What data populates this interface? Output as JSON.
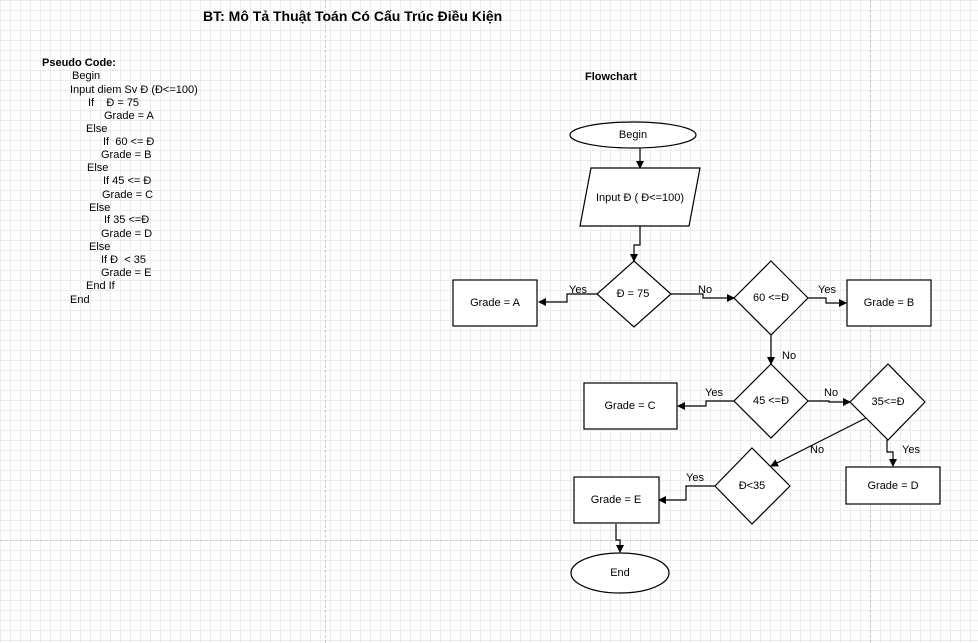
{
  "title": "BT: Mô Tả Thuật Toán Có Cấu Trúc Điều Kiện",
  "pseudo": {
    "heading": "Pseudo Code:",
    "lines": [
      "Begin",
      "Input diem Sv Đ (Đ<=100)",
      "If    Đ = 75",
      "Grade = A",
      "Else",
      "If  60 <= Đ",
      "Grade = B",
      "Else",
      "If 45 <= Đ",
      "Grade = C",
      "Else",
      "If 35 <=Đ",
      "Grade = D",
      "Else",
      "If Đ  < 35",
      "Grade = E",
      "End If",
      "End"
    ]
  },
  "flowchart": {
    "title": "Flowchart",
    "begin": "Begin",
    "input": "Input Đ ( Đ<=100)",
    "d1": "Đ = 75",
    "d2": "60 <=Đ",
    "d3": "45 <=Đ",
    "d4": "35<=Đ",
    "d5": "Đ<35",
    "gradeA": "Grade = A",
    "gradeB": "Grade = B",
    "gradeC": "Grade = C",
    "gradeD": "Grade = D",
    "gradeE": "Grade = E",
    "end": "End",
    "yes": "Yes",
    "no": "No"
  }
}
